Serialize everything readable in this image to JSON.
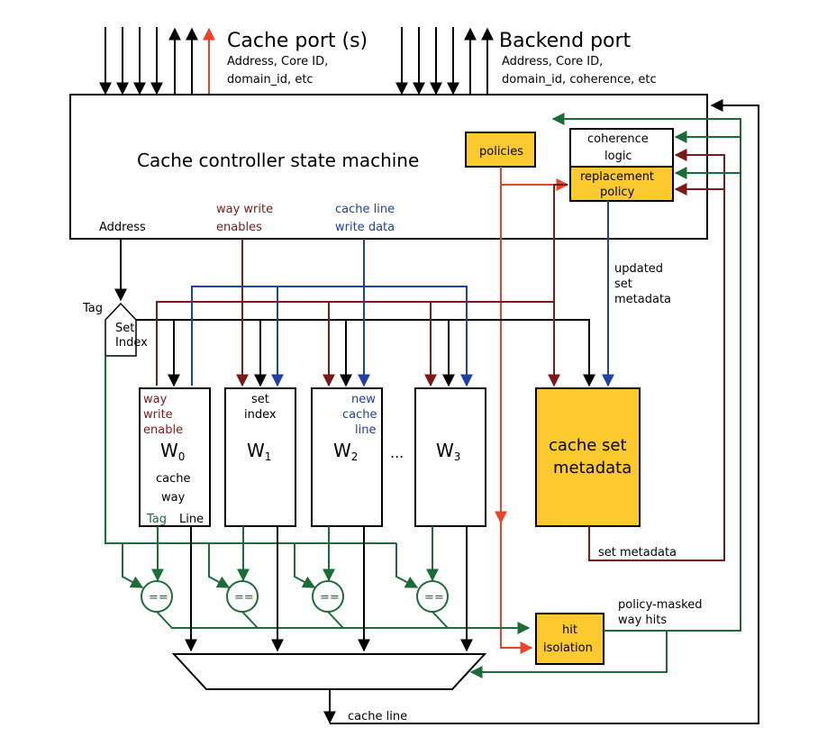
{
  "ports": {
    "cache_title": "Cache port (s)",
    "cache_sub1": "Address, Core ID,",
    "cache_sub2": "domain_id, etc",
    "backend_title": "Backend port",
    "backend_sub1": "Address, Core ID,",
    "backend_sub2": "domain_id, coherence, etc"
  },
  "controller": {
    "title": "Cache controller state machine",
    "address_label": "Address",
    "way_write_1": "way write",
    "way_write_2": "enables",
    "cache_line_1": "cache line",
    "cache_line_2": "write data"
  },
  "policies_label": "policies",
  "coherence_1": "coherence",
  "coherence_2": "logic",
  "replacement_1": "replacement",
  "replacement_2": "policy",
  "updated_1": "updated",
  "updated_2": "set",
  "updated_3": "metadata",
  "decoder": {
    "tag": "Tag",
    "set": "Set",
    "index": "Index"
  },
  "ways": {
    "w0_sub": "0",
    "w1_sub": "1",
    "w2_sub": "2",
    "w3_sub": "3",
    "w_letter": "W",
    "way_write_1": "way",
    "way_write_2": "write",
    "way_write_3": "enable",
    "cache_1": "cache",
    "cache_2": "way",
    "tag_port": "Tag",
    "line_port": "Line",
    "set_1": "set",
    "set_2": "index",
    "new_1": "new",
    "new_2": "cache",
    "new_3": "line",
    "ellipsis": "..."
  },
  "metadata_1": "cache set",
  "metadata_2": "metadata",
  "set_metadata_label": "set metadata",
  "comparator": "==",
  "hit_1": "hit",
  "hit_2": "isolation",
  "policy_masked_1": "policy-masked",
  "policy_masked_2": "way hits",
  "output_label": "cache line",
  "colors": {
    "black": "#000000",
    "red": "#7b1a1a",
    "blue": "#2140a0",
    "green": "#1e6b3a",
    "orange": "#e8442c",
    "yellow": "#fcc92f"
  }
}
